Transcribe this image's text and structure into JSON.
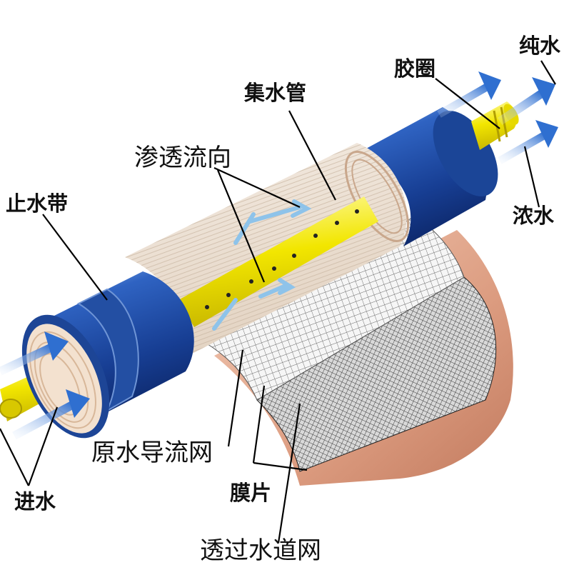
{
  "labels": {
    "pure_water": "纯水",
    "gasket": "胶圈",
    "collection_tube": "集水管",
    "permeate_flow": "渗透流向",
    "brine_seal": "止水带",
    "concentrate": "浓水",
    "feed_spacer": "原水导流网",
    "membrane_sheet": "膜片",
    "feed_water": "进水",
    "permeate_spacer": "透过水道网"
  },
  "colors": {
    "shell_blue": "#1f4fa8",
    "tube_yellow": "#f2e600",
    "membrane_copper": "#d9967a",
    "arrow_blue": "#2f6fd0"
  }
}
